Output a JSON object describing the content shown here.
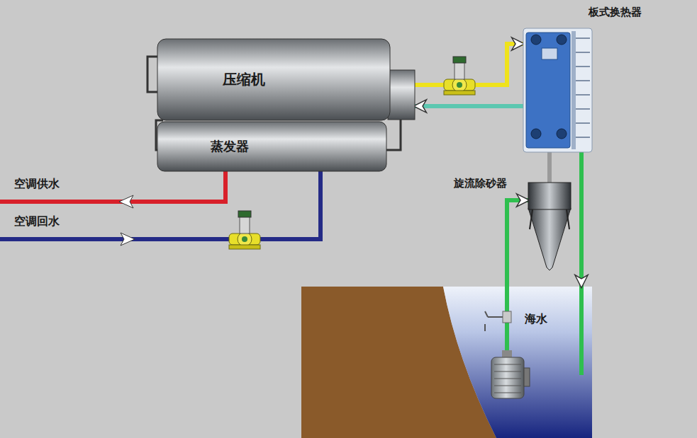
{
  "diagram": {
    "nodes": [
      {
        "text": [
          "压缩机"
        ]
      },
      {
        "text": [
          "蒸发器"
        ]
      },
      {
        "text": [
          "板式换热器"
        ]
      },
      {
        "text": [
          "旋流除砂器"
        ]
      },
      {
        "text": [
          "海水"
        ]
      }
    ],
    "edges": [
      {
        "from": 0,
        "to": 2,
        "arrow": "to"
      },
      {
        "from": 2,
        "to": 0,
        "arrow": "to"
      },
      {
        "from": 4,
        "to": 3,
        "arrow": "to"
      },
      {
        "from": 3,
        "to": 2,
        "arrow": "none"
      },
      {
        "from": 2,
        "to": 4,
        "arrow": "to"
      }
    ],
    "labels": [
      "空调供水",
      "空调回水"
    ]
  }
}
